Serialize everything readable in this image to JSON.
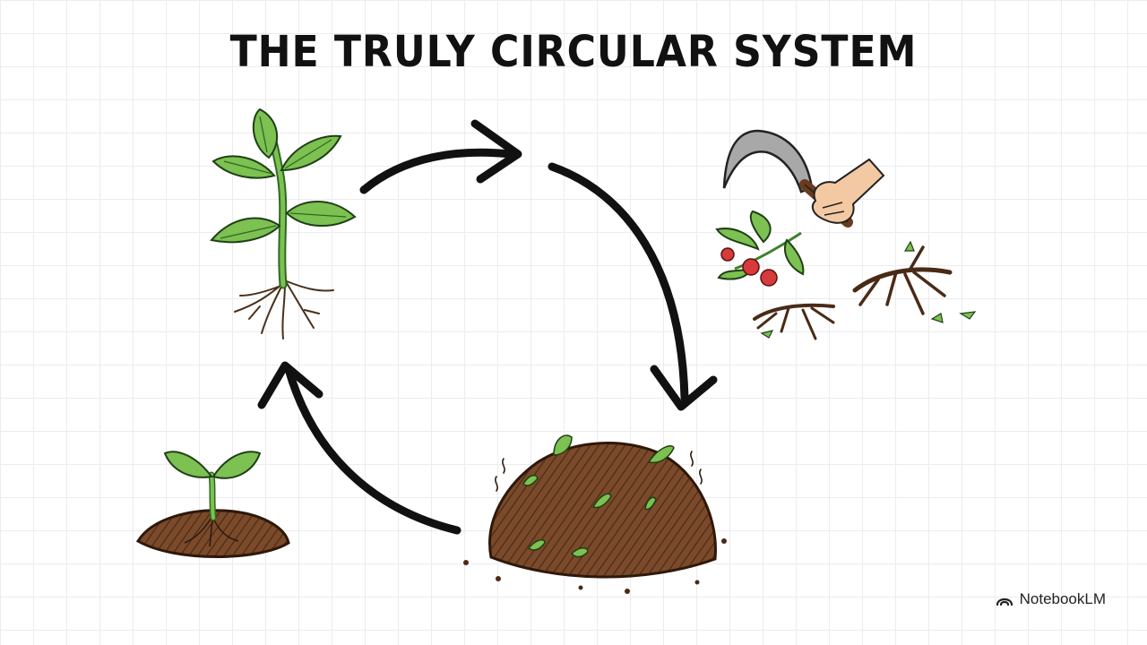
{
  "title": "THE TRULY CIRCULAR SYSTEM",
  "brand": {
    "name": "NotebookLM",
    "icon": "notebooklm-logo-icon"
  },
  "colors": {
    "leaf": "#7cc151",
    "leaf_dark": "#3f7f2a",
    "soil": "#7a4a2a",
    "soil_dark": "#4a2a16",
    "berry": "#d63a3a",
    "skin": "#f3c9a3",
    "ink": "#111111"
  },
  "cycle": {
    "stages": [
      {
        "id": "mature-plant",
        "icon": "mature-plant-icon"
      },
      {
        "id": "harvest",
        "icon": "sickle-hand-icon"
      },
      {
        "id": "compost",
        "icon": "compost-pile-icon"
      },
      {
        "id": "seedling",
        "icon": "seedling-icon"
      }
    ]
  }
}
